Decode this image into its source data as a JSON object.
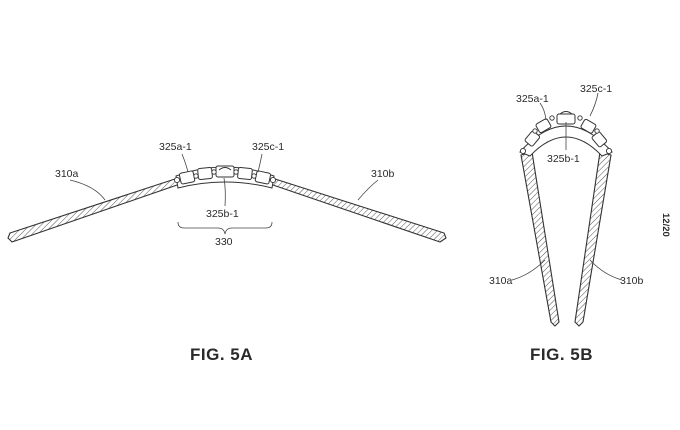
{
  "figure_5a": {
    "caption": "FIG. 5A",
    "labels": {
      "left_panel": "310a",
      "right_panel": "310b",
      "hinge_a": "325a-1",
      "hinge_b": "325b-1",
      "hinge_c": "325c-1",
      "hinge_assembly": "330"
    }
  },
  "figure_5b": {
    "caption": "FIG. 5B",
    "labels": {
      "left_panel": "310a",
      "right_panel": "310b",
      "hinge_a": "325a-1",
      "hinge_b": "325b-1",
      "hinge_c": "325c-1"
    }
  },
  "sheet_number": "12/20"
}
